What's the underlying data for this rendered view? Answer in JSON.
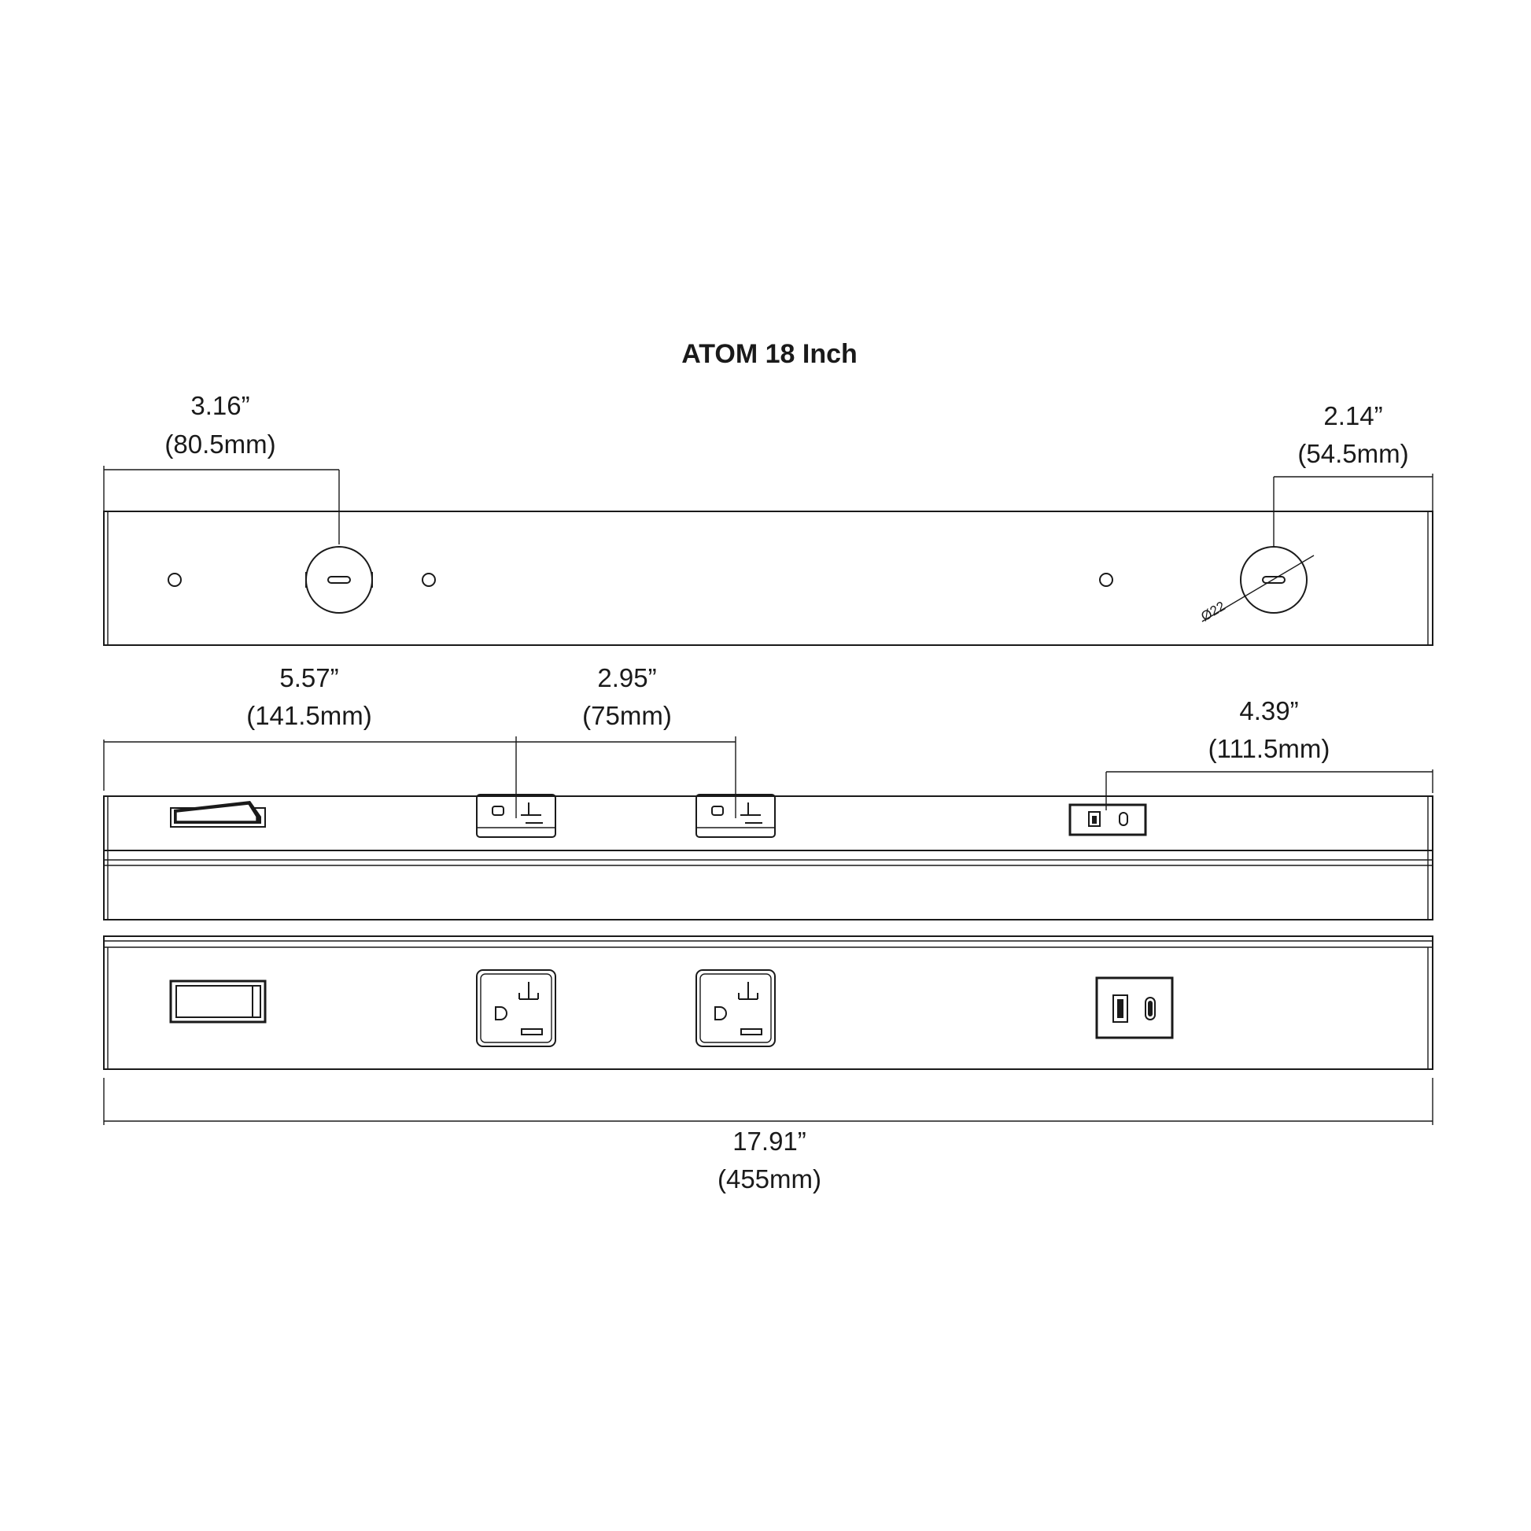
{
  "title": "ATOM 18 Inch",
  "dimensions": {
    "top_left": {
      "inch": "3.16”",
      "mm": "(80.5mm)"
    },
    "top_right": {
      "inch": "2.14”",
      "mm": "(54.5mm)"
    },
    "outlet_1": {
      "inch": "5.57”",
      "mm": "(141.5mm)"
    },
    "outlet_spacing": {
      "inch": "2.95”",
      "mm": "(75mm)"
    },
    "usb": {
      "inch": "4.39”",
      "mm": "(111.5mm)"
    },
    "overall": {
      "inch": "17.91”",
      "mm": "(455mm)"
    }
  },
  "hole_diameter_label": "Ø22"
}
